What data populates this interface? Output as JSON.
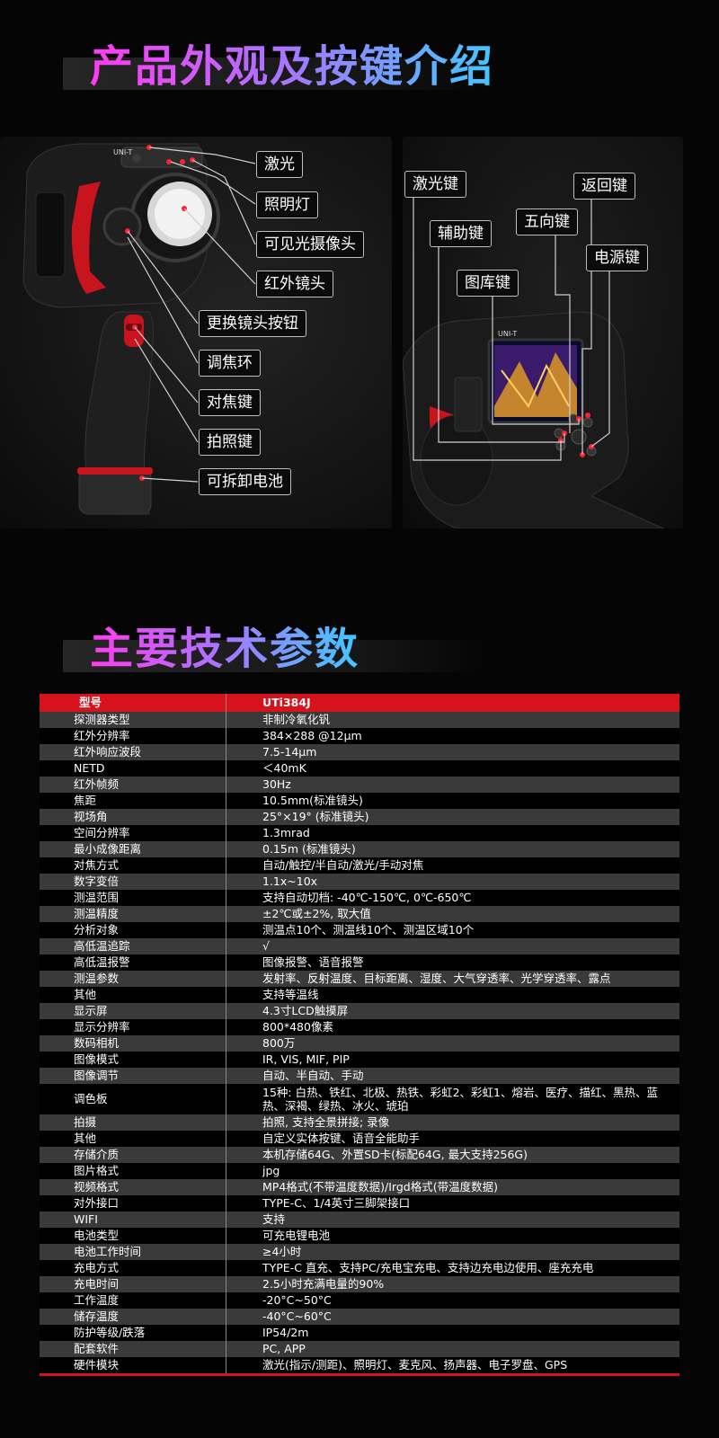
{
  "sections": {
    "appearance_title": "产品外观及按键介绍",
    "specs_title": "主要技术参数"
  },
  "device_left": {
    "brand": "UNI-T",
    "labels": [
      "激光",
      "照明灯",
      "可见光摄像头",
      "红外镜头",
      "更换镜头按钮",
      "调焦环",
      "对焦键",
      "拍照键",
      "可拆卸电池"
    ]
  },
  "device_right": {
    "brand": "UNI-T",
    "labels": [
      "激光键",
      "返回键",
      "五向键",
      "辅助键",
      "电源键",
      "图库键"
    ]
  },
  "colors": {
    "accent": "#d6121c",
    "row_gray": "#3a3a3a",
    "row_black": "#000000"
  },
  "table": {
    "header": {
      "key": "型号",
      "value": "UTi384J"
    },
    "rows": [
      {
        "k": "探测器类型",
        "v": "非制冷氧化钒"
      },
      {
        "k": "红外分辨率",
        "v": "384×288 @12μm"
      },
      {
        "k": "红外响应波段",
        "v": "7.5-14μm"
      },
      {
        "k": "NETD",
        "v": "＜40mK"
      },
      {
        "k": "红外帧频",
        "v": "30Hz"
      },
      {
        "k": "焦距",
        "v": "10.5mm(标准镜头)"
      },
      {
        "k": "视场角",
        "v": "25°×19° (标准镜头)"
      },
      {
        "k": "空间分辨率",
        "v": "1.3mrad"
      },
      {
        "k": "最小成像距离",
        "v": "0.15m (标准镜头)"
      },
      {
        "k": "对焦方式",
        "v": "自动/触控/半自动/激光/手动对焦"
      },
      {
        "k": "数字变倍",
        "v": "1.1x~10x"
      },
      {
        "k": "测温范围",
        "v": "支持自动切档: -40℃-150℃, 0℃-650℃"
      },
      {
        "k": "测温精度",
        "v": "±2℃或±2%, 取大值"
      },
      {
        "k": "分析对象",
        "v": "测温点10个、测温线10个、测温区域10个"
      },
      {
        "k": "高低温追踪",
        "v": "√"
      },
      {
        "k": "高低温报警",
        "v": "图像报警、语音报警"
      },
      {
        "k": "测温参数",
        "v": "发射率、反射温度、目标距离、湿度、大气穿透率、光学穿透率、露点"
      },
      {
        "k": "其他",
        "v": "支持等温线"
      },
      {
        "k": "显示屏",
        "v": "4.3寸LCD触摸屏"
      },
      {
        "k": "显示分辨率",
        "v": "800*480像素"
      },
      {
        "k": "数码相机",
        "v": "800万"
      },
      {
        "k": "图像模式",
        "v": "IR, VIS, MIF, PIP"
      },
      {
        "k": "图像调节",
        "v": "自动、半自动、手动"
      },
      {
        "k": "调色板",
        "v": "15种: 白热、铁红、北极、热铁、彩虹2、彩虹1、熔岩、医疗、描红、黑热、蓝热、深褐、绿热、冰火、琥珀",
        "tall": true
      },
      {
        "k": "拍摄",
        "v": "拍照, 支持全景拼接; 录像"
      },
      {
        "k": "其他",
        "v": "自定义实体按键、语音全能助手"
      },
      {
        "k": "存储介质",
        "v": "本机存储64G、外置SD卡(标配64G, 最大支持256G)"
      },
      {
        "k": "图片格式",
        "v": "jpg"
      },
      {
        "k": "视频格式",
        "v": "MP4格式(不带温度数据)/Irgd格式(带温度数据)"
      },
      {
        "k": "对外接口",
        "v": "TYPE-C、1/4英寸三脚架接口"
      },
      {
        "k": "WIFI",
        "v": "支持"
      },
      {
        "k": "电池类型",
        "v": "可充电锂电池"
      },
      {
        "k": "电池工作时间",
        "v": "≥4小时"
      },
      {
        "k": "充电方式",
        "v": "TYPE-C 直充、支持PC/充电宝充电、支持边充电边使用、座充充电"
      },
      {
        "k": "充电时间",
        "v": "2.5小时充满电量的90%"
      },
      {
        "k": "工作温度",
        "v": "-20°C~50°C"
      },
      {
        "k": "储存温度",
        "v": "-40°C~60°C"
      },
      {
        "k": "防护等级/跌落",
        "v": "IP54/2m"
      },
      {
        "k": "配套软件",
        "v": "PC, APP"
      },
      {
        "k": "硬件模块",
        "v": "激光(指示/测距)、照明灯、麦克风、扬声器、电子罗盘、GPS"
      }
    ]
  }
}
